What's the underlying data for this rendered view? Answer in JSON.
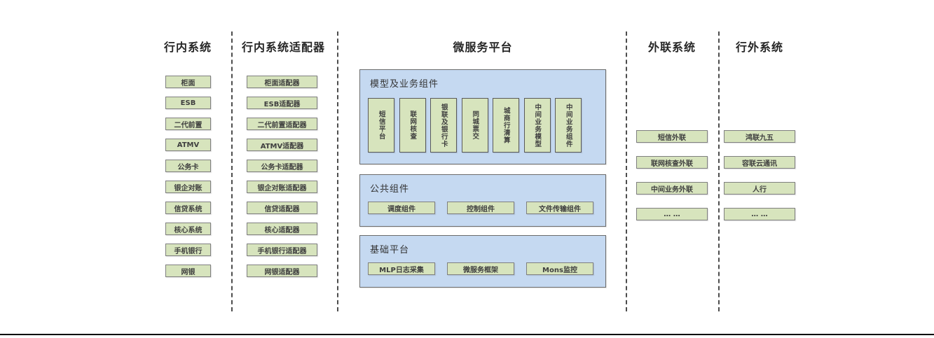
{
  "diagram": {
    "columns": [
      {
        "title": "行内系统",
        "items": [
          "柜面",
          "ESB",
          "二代前置",
          "ATMV",
          "公务卡",
          "银企对账",
          "信贷系统",
          "核心系统",
          "手机银行",
          "网银"
        ]
      },
      {
        "title": "行内系统适配器",
        "items": [
          "柜面适配器",
          "ESB适配器",
          "二代前置适配器",
          "ATMV适配器",
          "公务卡适配器",
          "银企对账适配器",
          "信贷适配器",
          "核心适配器",
          "手机银行适配器",
          "网银适配器"
        ]
      },
      {
        "title": "微服务平台",
        "groups": [
          {
            "title": "模型及业务组件",
            "items": [
              "短信平台",
              "联网核查",
              "银联及银行卡",
              "同城票交",
              "城商行清算",
              "中间业务模型",
              "中间业务组件"
            ]
          },
          {
            "title": "公共组件",
            "items": [
              "调度组件",
              "控制组件",
              "文件传输组件"
            ]
          },
          {
            "title": "基础平台",
            "items": [
              "MLP日志采集",
              "微服务框架",
              "Mons监控"
            ]
          }
        ]
      },
      {
        "title": "外联系统",
        "items": [
          "短信外联",
          "联网核查外联",
          "中间业务外联",
          "… …"
        ]
      },
      {
        "title": "行外系统",
        "items": [
          "鸿联九五",
          "容联云通讯",
          "人行",
          "… …"
        ]
      }
    ],
    "colors": {
      "box_green": "#d7e4bd",
      "panel_blue": "#c5d9f1",
      "box_border": "#7f7f7f",
      "panel_border": "#6b6b6b",
      "text": "#3f3f3f",
      "divider": "#4d4d4d",
      "bottom_rule": "#000000"
    }
  }
}
